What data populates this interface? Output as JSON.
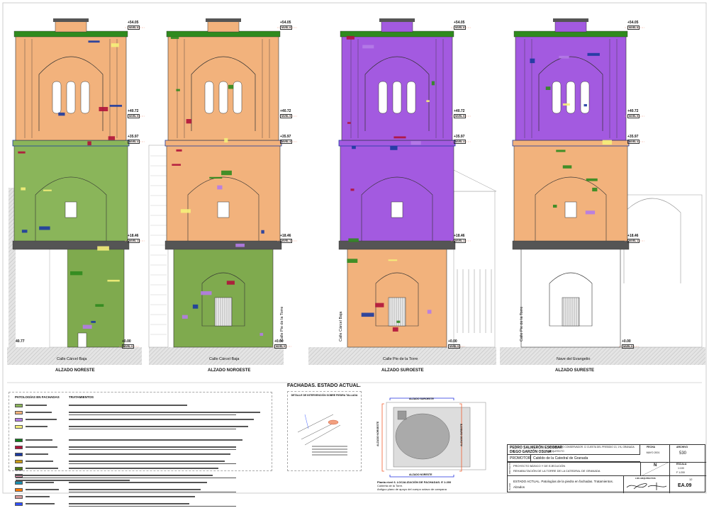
{
  "sheet": {
    "title": "FACHADAS. ESTADO ACTUAL."
  },
  "elevations": [
    {
      "title": "ALZADO NORESTE",
      "street_bottom": "Calle Cárcel Baja",
      "colors": {
        "top": "#f2b27c",
        "mid": "#8ab55a",
        "bot": "#7faa4e",
        "accent": "#2f8a1e"
      },
      "levels": [
        {
          "value": "+54.05",
          "name": "NIVEL 6"
        },
        {
          "value": "+40.72",
          "name": "NIVEL 5"
        },
        {
          "value": "+35.97",
          "name": "NIVEL 4"
        },
        {
          "value": "+18.46",
          "name": "NIVEL 1"
        },
        {
          "value": "+0.00",
          "name": "NIVEL 0"
        }
      ],
      "extra_level": "40.77"
    },
    {
      "title": "ALZADO NOROESTE",
      "street_bottom": "Calle Cárcel Baja",
      "street_side": "Calle Pie de la Torre",
      "colors": {
        "top": "#f2b27c",
        "mid": "#f2b27c",
        "bot": "#7faa4e",
        "accent": "#2f8a1e"
      },
      "levels": [
        {
          "value": "+54.05",
          "name": "NIVEL 6"
        },
        {
          "value": "+40.72",
          "name": "NIVEL 5"
        },
        {
          "value": "+35.97",
          "name": "NIVEL 4"
        },
        {
          "value": "+18.46",
          "name": "NIVEL 1"
        },
        {
          "value": "+0.00",
          "name": "NIVEL 0"
        }
      ]
    },
    {
      "title": "ALZADO SUROESTE",
      "street_bottom": "Calle Pie de la Torre",
      "street_side": "Calle Cárcel Baja",
      "colors": {
        "top": "#a35ae0",
        "mid": "#a35ae0",
        "bot": "#f2b27c",
        "accent": "#2f8a1e"
      },
      "levels": [
        {
          "value": "+54.05",
          "name": "NIVEL 6"
        },
        {
          "value": "+40.72",
          "name": "NIVEL 5"
        },
        {
          "value": "+35.97",
          "name": "NIVEL 4"
        },
        {
          "value": "+18.46",
          "name": "NIVEL 1"
        },
        {
          "value": "+0.00",
          "name": "NIVEL 0"
        }
      ]
    },
    {
      "title": "ALZADO SURESTE",
      "street_bottom": "Nave del Evangelio",
      "street_side": "Calle Pie de la Torre",
      "colors": {
        "top": "#a35ae0",
        "mid": "#f2b27c",
        "bot": "#ffffff",
        "accent": "#2f8a1e"
      },
      "levels": [
        {
          "value": "+54.05",
          "name": "NIVEL 6"
        },
        {
          "value": "+40.72",
          "name": "NIVEL 5"
        },
        {
          "value": "+35.97",
          "name": "NIVEL 4"
        },
        {
          "value": "+18.46",
          "name": "NIVEL 1"
        },
        {
          "value": "+0.00",
          "name": "NIVEL 0"
        }
      ]
    }
  ],
  "legend": {
    "header_pathologies": "PATOLOGÍAS EN FACHADAS",
    "header_treatments": "TRATAMIENTOS",
    "swatches": [
      "#8ab55a",
      "#f2b27c",
      "#b57be8",
      "#f5f07a",
      "#0f7a1a",
      "#b0123a",
      "#1c3aa0",
      "#c89a16",
      "#4f7a14",
      "#ff9ec0",
      "#1a8fb0",
      "#ff7a00",
      "#d49a9a",
      "#3050ff"
    ]
  },
  "detail": {
    "title": "DETALLE DE INTERVENCIÓN SOBRE PIEDRA TALLADA"
  },
  "plan": {
    "labels": {
      "top": "ALZADO SUROESTE",
      "bottom": "ALZADO NORESTE",
      "left": "ALZADO NOROESTE",
      "right": "ALZADO SURESTE"
    },
    "caption": "Planta nivel 6. LOCALIZACIÓN DE FACHADAS. E 1:200",
    "caption_line2": "Cubierta de la Torre.",
    "caption_line3": "Antiguo plano de apoyo del cuerpo octavo de campana"
  },
  "title_block": {
    "architect1": "PEDRO SALMERÓN ESCOBAR",
    "architect1_info": "ARQUITECTO CONSERVADOR. C/ CUESTA DEL PRESIDIO 13, 1ºA, GRANADA",
    "architect2": "DIEGO GARZÓN OSUNA",
    "role": "ARQUITECTO",
    "date_label": "FECHA",
    "date": "MAYO 2001",
    "file_label": "ARCHIVO",
    "file": "530",
    "promoter_label": "PROMOTOR",
    "promoter": "Cabildo de la Catedral de Granada",
    "project_label": "PROYECTO",
    "project_type": "PROYECTO BÁSICO Y DE EJECUCIÓN",
    "project_name": "REHABILITACIÓN DE LA TORRE DE LA CATEDRAL DE GRANADA",
    "north": "N",
    "scale_label": "ESCALA",
    "scale1": "1:100",
    "scale2": "F 1:200",
    "plan_label": "PLANO",
    "plan_title": "ESTADO ACTUAL. Patologías de la piedra en fachadas. Tratamientos.",
    "plan_subtitle": "Alzados",
    "architects_label": "LOS ARQUITECTOS",
    "sheet_number": "12",
    "sheet_code": "EA.09"
  }
}
